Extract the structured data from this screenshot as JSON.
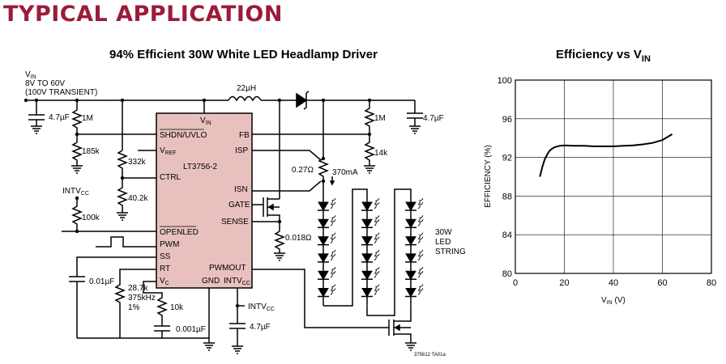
{
  "header": {
    "title": "TYPICAL APPLICATION",
    "accent_color": "#9b1c3a"
  },
  "schematic": {
    "title": "94% Efficient 30W White LED Headlamp Driver",
    "ic_color": "#e8c1bf",
    "ic_name": "LT3756-2",
    "vin": {
      "name": "V",
      "sub": "IN",
      "range": "8V TO 60V",
      "transient": "(100V TRANSIENT)"
    },
    "inductor": "22µH",
    "pins_left": [
      "SHDN/UVLO",
      "V",
      "CTRL",
      "OPENLED",
      "PWM",
      "SS",
      "RT",
      "V"
    ],
    "pins_left_sub": {
      "vref": "REF",
      "vc": "C"
    },
    "pins_right": [
      "FB",
      "ISP",
      "ISN",
      "GATE",
      "SENSE",
      "PWMOUT"
    ],
    "pin_vin": {
      "name": "V",
      "sub": "IN"
    },
    "pin_gnd": "GND",
    "pin_intvcc": {
      "name": "INTV",
      "sub": "CC"
    },
    "components": {
      "c_in": "4.7µF",
      "r_1m_left": "1M",
      "r_185k": "185k",
      "r_332k": "332k",
      "r_40k2": "40.2k",
      "intvcc_label": {
        "name": "INTV",
        "sub": "CC"
      },
      "r_100k": "100k",
      "c_001": "0.01µF",
      "r_28k7": "28.7k",
      "rt_freq": "375kHz",
      "rt_tol": "1%",
      "r_10k": "10k",
      "c_0001": "0.001µF",
      "intvcc2": {
        "name": "INTV",
        "sub": "CC"
      },
      "c_vcc": "4.7µF",
      "r_1m_right": "1M",
      "r_14k": "14k",
      "c_out": "4.7µF",
      "r_sense_led": "0.27Ω",
      "led_current": "370mA",
      "r_sense": "0.018Ω",
      "led_label": [
        "30W",
        "LED",
        "STRING"
      ],
      "drawing_id": "375612 TA01a"
    }
  },
  "efficiency_chart": {
    "title_main": "Efficiency vs V",
    "title_sub": "IN"
  },
  "chart_data": {
    "type": "line",
    "title": "Efficiency vs VIN",
    "xlabel": "V_IN (V)",
    "xlabel_main": "V",
    "xlabel_sub": "IN",
    "xlabel_unit": " (V)",
    "ylabel": "EFFICIENCY (%)",
    "xlim": [
      0,
      80
    ],
    "ylim": [
      80,
      100
    ],
    "xticks": [
      0,
      20,
      40,
      60,
      80
    ],
    "yticks": [
      80,
      84,
      88,
      92,
      96,
      100
    ],
    "grid": true,
    "series": [
      {
        "color": "#000000",
        "x": [
          10,
          11,
          12,
          13,
          14,
          15,
          16,
          18,
          20,
          24,
          28,
          32,
          36,
          40,
          44,
          48,
          52,
          56,
          60,
          62,
          64
        ],
        "y": [
          90.0,
          91.0,
          91.8,
          92.3,
          92.7,
          92.9,
          93.05,
          93.2,
          93.25,
          93.2,
          93.2,
          93.15,
          93.15,
          93.15,
          93.2,
          93.25,
          93.35,
          93.5,
          93.8,
          94.1,
          94.4
        ]
      }
    ]
  }
}
